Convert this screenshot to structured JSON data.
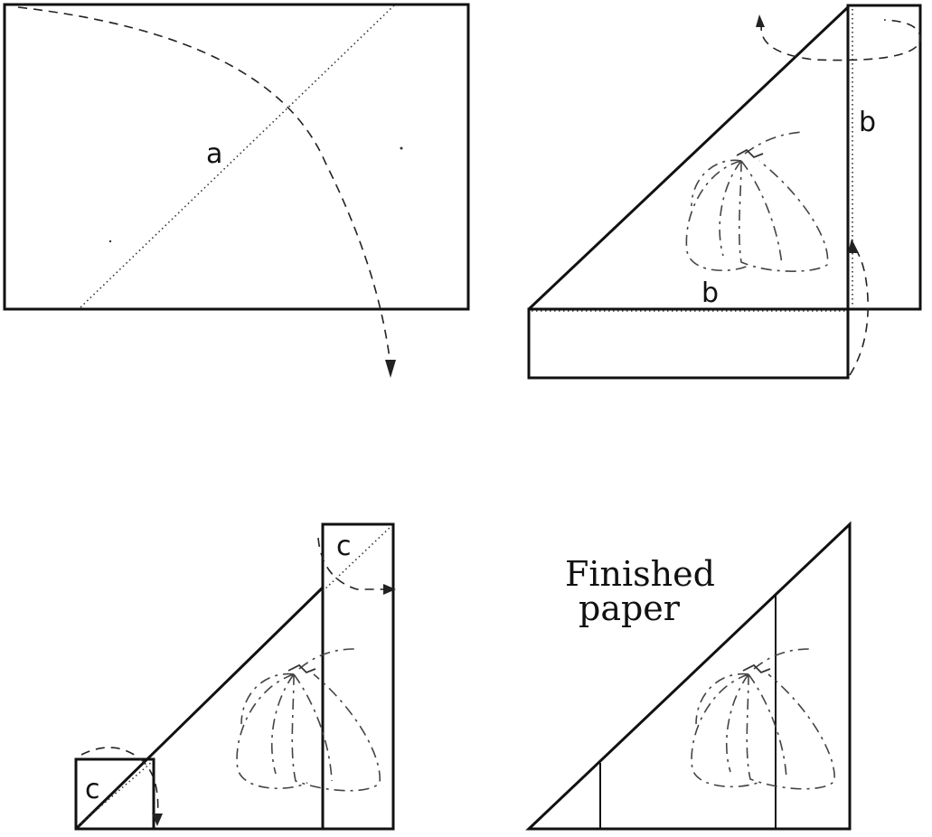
{
  "labels": {
    "fold_a": "a",
    "fold_b_vertical": "b",
    "fold_b_horizontal": "b",
    "fold_c_top": "c",
    "fold_c_bottom": "c"
  },
  "caption": {
    "line1": "Finished",
    "line2": "paper"
  }
}
